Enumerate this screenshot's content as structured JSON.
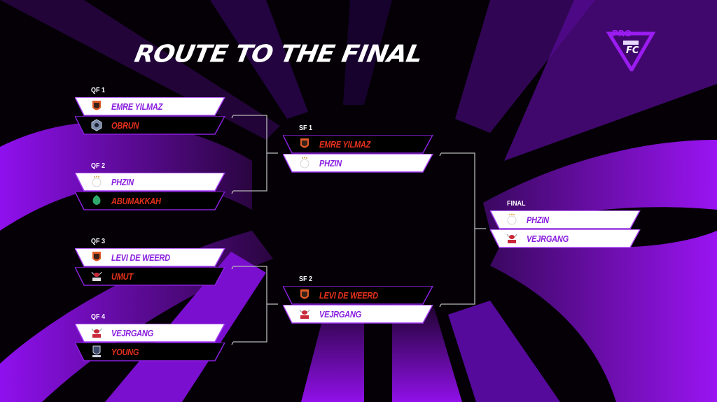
{
  "title": "ROUTE TO THE FINAL",
  "logo": {
    "name": "pro-fc-logo",
    "text": "PRO"
  },
  "colors": {
    "winner_text": "#8a1fe0",
    "loser_text": "#e4301c",
    "card_win_bg": "#ffffff",
    "card_lose_bg": "#000000",
    "accent": "#9b1cf0"
  },
  "quarterfinals": [
    {
      "label": "QF 1",
      "teams": [
        {
          "name": "EMRE YILMAZ",
          "badge": "shield-badge",
          "result": "win"
        },
        {
          "name": "OBRUN",
          "badge": "hex-badge",
          "result": "lose"
        }
      ]
    },
    {
      "label": "QF 2",
      "teams": [
        {
          "name": "PHZIN",
          "badge": "ajax-badge",
          "result": "win"
        },
        {
          "name": "ABUMAKKAH",
          "badge": "green-badge",
          "result": "lose"
        }
      ]
    },
    {
      "label": "QF 3",
      "teams": [
        {
          "name": "LEVI DE WEERD",
          "badge": "shield-badge",
          "result": "win"
        },
        {
          "name": "UMUT",
          "badge": "bull-badge",
          "result": "lose"
        }
      ]
    },
    {
      "label": "QF 4",
      "teams": [
        {
          "name": "VEJRGANG",
          "badge": "bull-badge",
          "result": "win"
        },
        {
          "name": "YOUNG",
          "badge": "crest-badge",
          "result": "lose"
        }
      ]
    }
  ],
  "semifinals": [
    {
      "label": "SF 1",
      "teams": [
        {
          "name": "EMRE YILMAZ",
          "badge": "shield-badge",
          "result": "lose"
        },
        {
          "name": "PHZIN",
          "badge": "ajax-badge",
          "result": "win"
        }
      ]
    },
    {
      "label": "SF 2",
      "teams": [
        {
          "name": "LEVI DE WEERD",
          "badge": "shield-badge",
          "result": "lose"
        },
        {
          "name": "VEJRGANG",
          "badge": "bull-badge",
          "result": "win"
        }
      ]
    }
  ],
  "final": {
    "label": "FINAL",
    "teams": [
      {
        "name": "PHZIN",
        "badge": "ajax-badge",
        "result": "win"
      },
      {
        "name": "VEJRGANG",
        "badge": "bull-badge",
        "result": "win"
      }
    ]
  }
}
